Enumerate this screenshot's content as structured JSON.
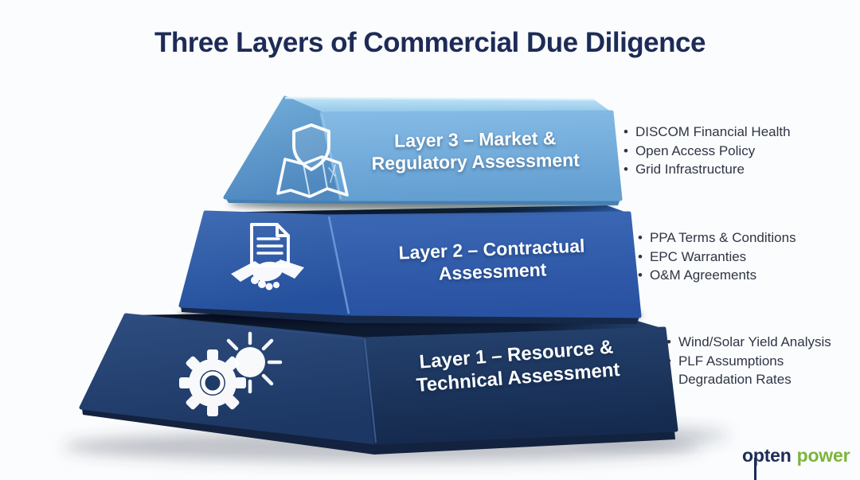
{
  "title": "Three Layers of Commercial Due Diligence",
  "layers": [
    {
      "id": "layer-3",
      "label": "Layer 3 – Market &\nRegulatory Assessment",
      "icon": "shield-map-icon",
      "bullets": [
        "DISCOM Financial Health",
        "Open Access Policy",
        "Grid Infrastructure"
      ],
      "color": "#6fa9d8"
    },
    {
      "id": "layer-2",
      "label": "Layer 2 – Contractual\nAssessment",
      "icon": "document-handshake-icon",
      "bullets": [
        "PPA Terms & Conditions",
        "EPC Warranties",
        "O&M Agreements"
      ],
      "color": "#2e5ba8"
    },
    {
      "id": "layer-1",
      "label": "Layer 1 – Resource &\nTechnical Assessment",
      "icon": "gear-sun-icon",
      "bullets": [
        "Wind/Solar Yield Analysis",
        "PLF Assumptions",
        "Degradation Rates"
      ],
      "color": "#1c3560"
    }
  ],
  "logo": {
    "name_part_1": "opten",
    "name_part_2": "power"
  },
  "colors": {
    "title_text": "#1d2b57",
    "bullet_text": "#2e3545",
    "layer3_front": "#6fa9d8",
    "layer2_front": "#2e5ba8",
    "layer1_front": "#1c3560",
    "logo_navy": "#1d2b57",
    "logo_green": "#7cb53e",
    "background": "#fbfcfd"
  }
}
